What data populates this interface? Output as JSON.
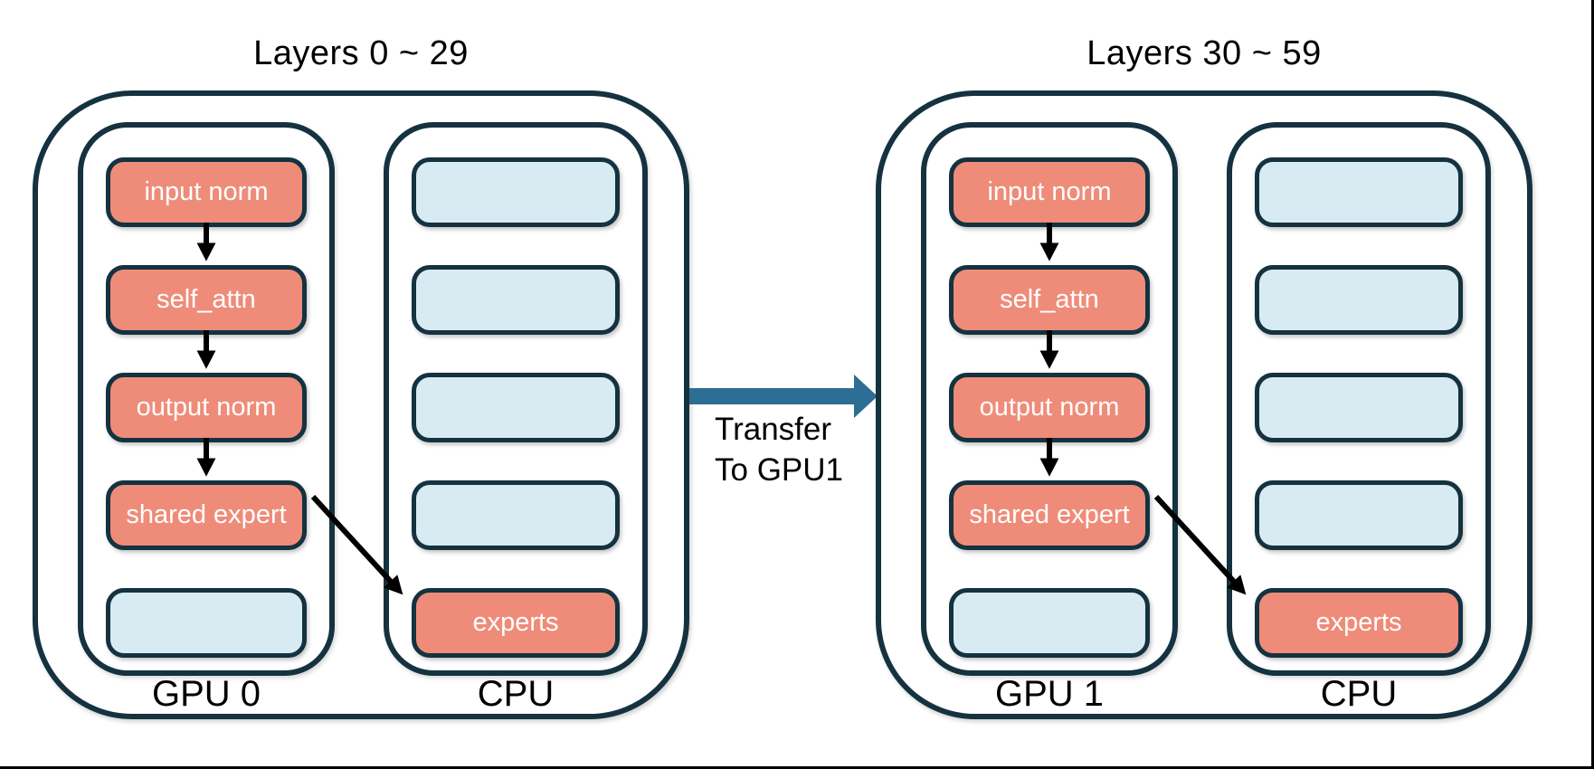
{
  "diagram": {
    "colors": {
      "outline": "#14323F",
      "module_fill": "#EE8C79",
      "empty_slot_fill": "#D9EBF2",
      "transfer_arrow": "#2D6E94",
      "module_text": "#FFFFFF",
      "label_text": "#000000",
      "flow_arrow": "#000000"
    },
    "icons": {
      "flow_arrow": "black downward arrow between modules",
      "offload_arrow": "black diagonal arrow from shared expert to experts",
      "transfer_arrow": "thick steel-blue right arrow between groups"
    },
    "groups": [
      {
        "title": "Layers 0 ~ 29",
        "gpu": {
          "label": "GPU 0",
          "modules": [
            "input norm",
            "self_attn",
            "output norm",
            "shared expert"
          ],
          "empty_slots": 1
        },
        "cpu": {
          "label": "CPU",
          "modules": [
            "experts"
          ],
          "empty_slots": 4
        }
      },
      {
        "title": "Layers 30 ~ 59",
        "gpu": {
          "label": "GPU 1",
          "modules": [
            "input norm",
            "self_attn",
            "output norm",
            "shared expert"
          ],
          "empty_slots": 1
        },
        "cpu": {
          "label": "CPU",
          "modules": [
            "experts"
          ],
          "empty_slots": 4
        }
      }
    ],
    "transfer": {
      "line1": "Transfer",
      "line2": "To GPU1"
    }
  }
}
